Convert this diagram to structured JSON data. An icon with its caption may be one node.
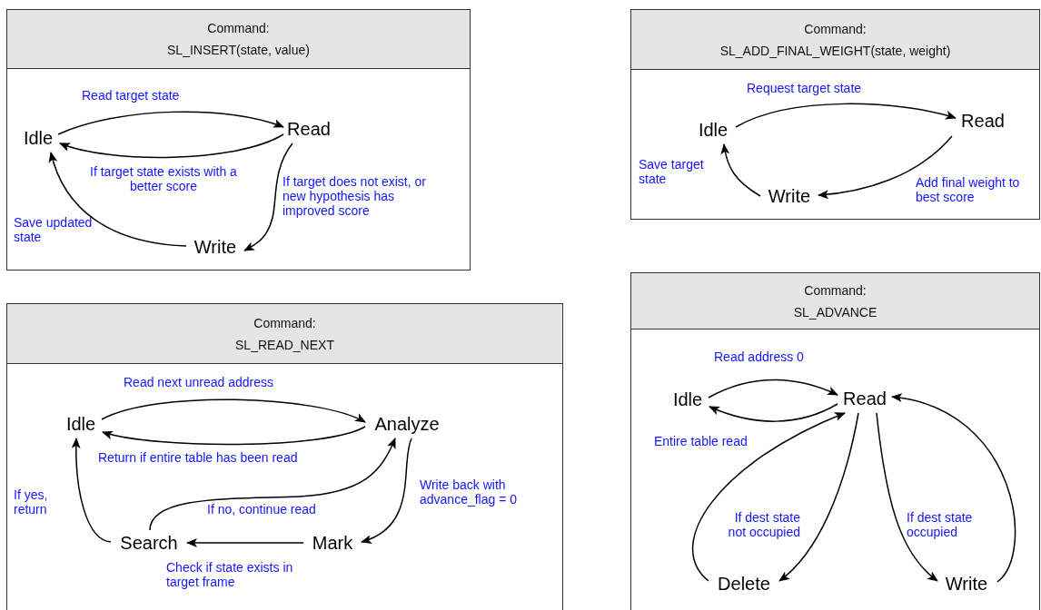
{
  "diagram": {
    "nodes": [
      {
        "text": [
          "Command:",
          "SL_INSERT(state, value)"
        ]
      },
      {
        "text": [
          "Idle"
        ],
        "in": 0
      },
      {
        "text": [
          "Read"
        ],
        "in": 0
      },
      {
        "text": [
          "Write"
        ],
        "in": 0
      },
      {
        "text": [
          "Command:",
          "SL_ADD_FINAL_WEIGHT(state, weight)"
        ]
      },
      {
        "text": [
          "Idle"
        ],
        "in": 4
      },
      {
        "text": [
          "Read"
        ],
        "in": 4
      },
      {
        "text": [
          "Write"
        ],
        "in": 4
      },
      {
        "text": [
          "Command:",
          "SL_READ_NEXT"
        ]
      },
      {
        "text": [
          "Idle"
        ],
        "in": 8
      },
      {
        "text": [
          "Analyze"
        ],
        "in": 8
      },
      {
        "text": [
          "Search"
        ],
        "in": 8
      },
      {
        "text": [
          "Mark"
        ],
        "in": 8
      },
      {
        "text": [
          "Command:",
          "SL_ADVANCE"
        ]
      },
      {
        "text": [
          "Idle"
        ],
        "in": 13
      },
      {
        "text": [
          "Read"
        ],
        "in": 13
      },
      {
        "text": [
          "Delete"
        ],
        "in": 13
      },
      {
        "text": [
          "Write"
        ],
        "in": 13
      }
    ],
    "edges": [
      {
        "from": 1,
        "to": 2,
        "arrow": "to",
        "label": "Read target state"
      },
      {
        "from": 2,
        "to": 1,
        "arrow": "to",
        "label": "If target state exists with a better score"
      },
      {
        "from": 2,
        "to": 3,
        "arrow": "to",
        "label": "If target does not exist, or new hypothesis has improved score"
      },
      {
        "from": 3,
        "to": 1,
        "arrow": "to",
        "label": "Save updated state"
      },
      {
        "from": 5,
        "to": 6,
        "arrow": "to",
        "label": "Request target state"
      },
      {
        "from": 6,
        "to": 7,
        "arrow": "to",
        "label": "Add final weight to best score"
      },
      {
        "from": 7,
        "to": 5,
        "arrow": "to",
        "label": "Save target state"
      },
      {
        "from": 9,
        "to": 10,
        "arrow": "to",
        "label": "Read next unread address"
      },
      {
        "from": 10,
        "to": 9,
        "arrow": "to",
        "label": "Return if entire table has been read"
      },
      {
        "from": 10,
        "to": 12,
        "arrow": "to",
        "label": "Write back with advance_flag = 0"
      },
      {
        "from": 12,
        "to": 11,
        "arrow": "to",
        "label": "Check if state exists in target frame"
      },
      {
        "from": 11,
        "to": 10,
        "arrow": "to",
        "label": "If no, continue read"
      },
      {
        "from": 11,
        "to": 9,
        "arrow": "to",
        "label": "If yes, return"
      },
      {
        "from": 14,
        "to": 15,
        "arrow": "to",
        "label": "Read address 0"
      },
      {
        "from": 15,
        "to": 14,
        "arrow": "to",
        "label": "Entire table read"
      },
      {
        "from": 15,
        "to": 16,
        "arrow": "to",
        "label": "If dest state not occupied"
      },
      {
        "from": 16,
        "to": 15,
        "arrow": "to"
      },
      {
        "from": 15,
        "to": 17,
        "arrow": "to",
        "label": "If dest state occupied"
      },
      {
        "from": 17,
        "to": 15,
        "arrow": "to"
      }
    ]
  }
}
